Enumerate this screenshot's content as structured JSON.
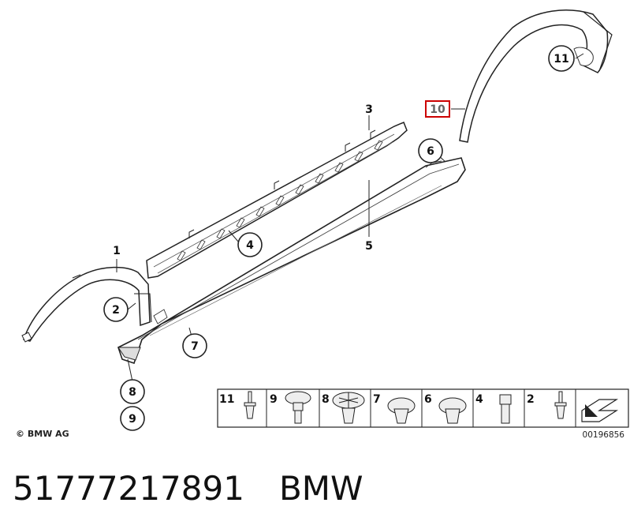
{
  "callouts": {
    "c1": "1",
    "c2": "2",
    "c3": "3",
    "c4": "4",
    "c5": "5",
    "c6": "6",
    "c7": "7",
    "c8": "8",
    "c9": "9",
    "c10": "10",
    "c11": "11"
  },
  "highlight_color": "#cc0000",
  "strip": {
    "items": [
      "11",
      "9",
      "8",
      "7",
      "6",
      "4",
      "2"
    ]
  },
  "diagram_code": "00196856",
  "copyright": "© BMW AG",
  "caption": {
    "part_number": "51777217891",
    "brand": "BMW"
  }
}
